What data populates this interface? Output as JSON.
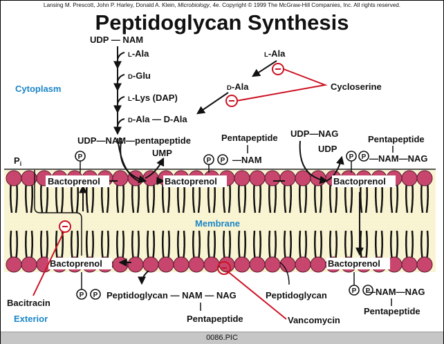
{
  "credit": {
    "before": "Lansing M. Prescott, John P. Harley, Donald A. Klein, ",
    "book": "Microbiology",
    "after": ", 4e. Copyright © 1999 The McGraw-Hill Companies, Inc.  All rights reserved."
  },
  "title": "Peptidoglycan Synthesis",
  "regions": {
    "cytoplasm": "Cytoplasm",
    "membrane": "Membrane",
    "exterior": "Exterior"
  },
  "colors": {
    "head": "#c8466e",
    "membrane_fill": "#fbf6d6",
    "inhibitor": "#cc1122",
    "region_label": "#1a86c8"
  },
  "cytoplasm_steps": {
    "start": "UDP — NAM",
    "steps": [
      {
        "prefix": "L",
        "rest": "-Ala"
      },
      {
        "prefix": "D",
        "rest": "-Glu"
      },
      {
        "prefix": "L",
        "rest": "-Lys (DAP)"
      },
      {
        "prefix": "D",
        "rest": "-Ala — D-Ala"
      }
    ],
    "l_ala": {
      "prefix": "L",
      "rest": "-Ala"
    },
    "d_ala": {
      "prefix": "D",
      "rest": "-Ala"
    },
    "product": "UDP—NAM—pentapeptide"
  },
  "inhibitors": {
    "cycloserine": "Cycloserine",
    "bacitracin": "Bacitracin",
    "vancomycin": "Vancomycin",
    "symbol": "−"
  },
  "labels": {
    "pi": "P",
    "pi_sub": "i",
    "ump": "UMP",
    "udp": "UDP",
    "udp_nag": "UDP—NAG",
    "phosphate": "P",
    "pentapeptide": "Pentapeptide",
    "nam": "—NAM",
    "nam_nag": "—NAM—NAG",
    "bactoprenol": "Bactoprenol",
    "peptidoglycan": "Peptidoglycan",
    "peptidoglycan_chain": "Peptidoglycan — NAM — NAG"
  },
  "statusbar": {
    "filename": "0086.PIC"
  }
}
